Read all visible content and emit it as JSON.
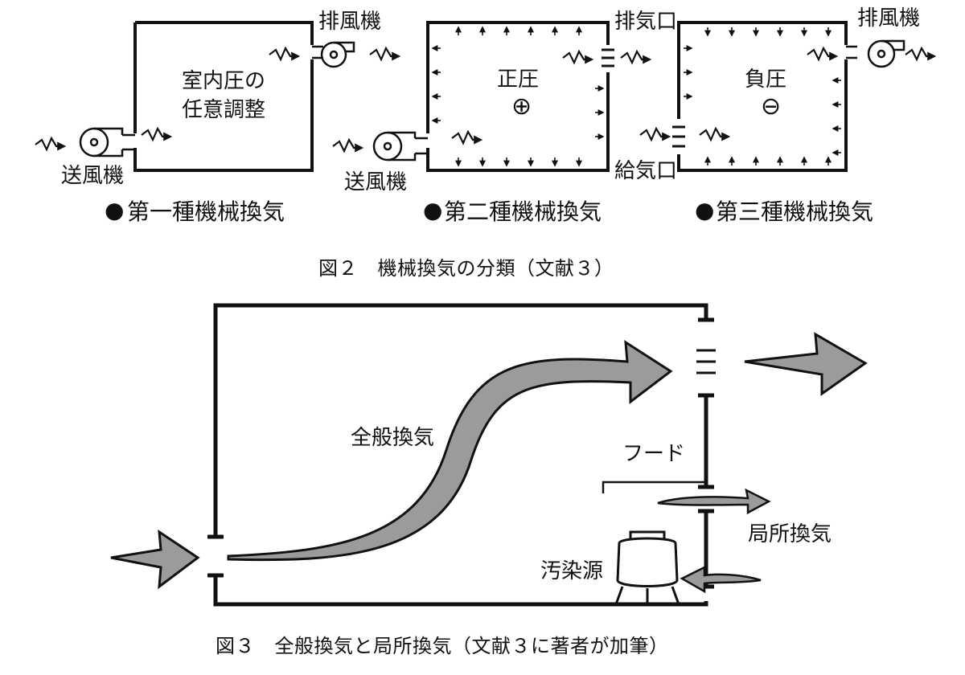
{
  "fig2": {
    "panel1": {
      "exhaust_fan": "排風機",
      "center_text_line1": "室内圧の",
      "center_text_line2": "任意調整",
      "supply_fan": "送風機",
      "classification": "第一種機械換気"
    },
    "panel2": {
      "exhaust_port": "排気口",
      "pressure": "正圧",
      "symbol": "⊕",
      "supply_fan": "送風機",
      "classification": "第二種機械換気"
    },
    "panel3": {
      "exhaust_fan": "排風機",
      "pressure": "負圧",
      "symbol": "⊖",
      "supply_port": "給気口",
      "classification": "第三種機械換気"
    },
    "bullet": "●",
    "caption": "図２　機械換気の分類（文献３）"
  },
  "fig3": {
    "general_ventilation": "全般換気",
    "hood": "フード",
    "local_ventilation": "局所換気",
    "pollution_source": "汚染源",
    "caption": "図３　全般換気と局所換気（文献３に著者が加筆）"
  },
  "colors": {
    "line": "#111111",
    "arrow_fill": "#9b9b9b",
    "background": "#ffffff"
  }
}
